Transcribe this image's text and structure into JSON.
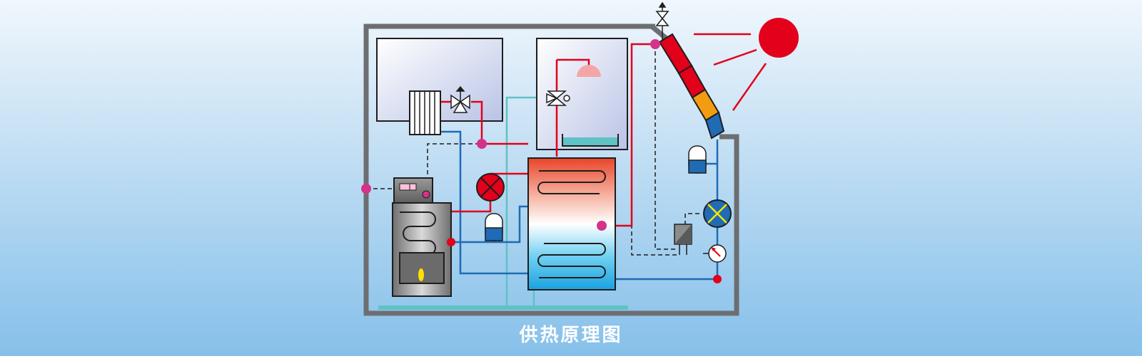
{
  "title": "供热原理图",
  "colors": {
    "background_top": "#f0f7fd",
    "background_bottom": "#86c0ea",
    "house_outline": "#6d6e71",
    "hot_pipe": "#e2001a",
    "cold_pipe": "#1f6bb5",
    "mains_water": "#5fc2c4",
    "sensor": "#d5328a",
    "sun": "#e2001a"
  },
  "components": [
    "sun-icon",
    "solar-collector",
    "air-vent-valve-icon",
    "radiator-room",
    "radiator-icon",
    "thermostatic-valve-icon",
    "bathroom",
    "shower-head-icon",
    "mixing-valve-icon",
    "bathtub-icon",
    "boiler",
    "boiler-control-panel",
    "heating-pump-icon",
    "expansion-tank-icon",
    "storage-tank",
    "solar-pump-icon",
    "solar-controller",
    "pressure-gauge-icon"
  ]
}
